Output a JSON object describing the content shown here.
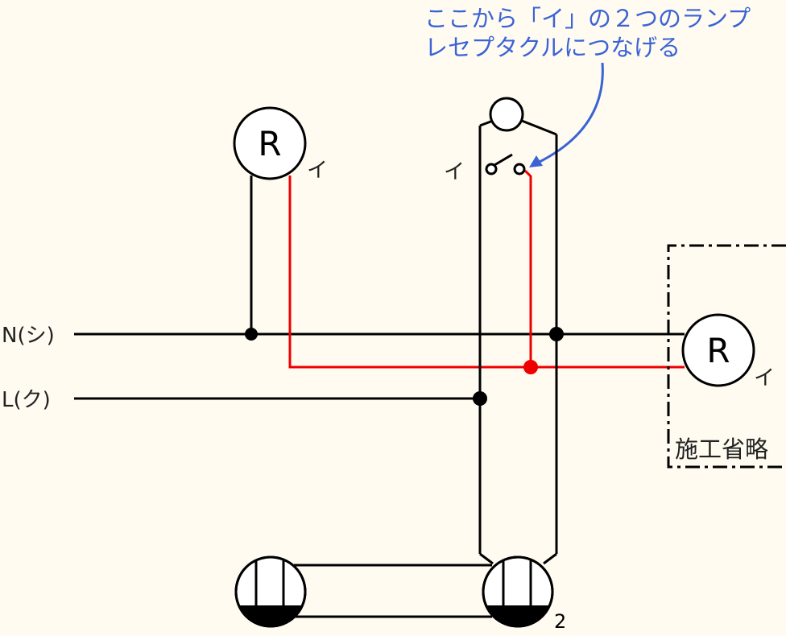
{
  "annotation": {
    "line1": "ここから「イ」の２つのランプ",
    "line2": "レセプタクルにつなげる"
  },
  "lamps": {
    "symbol": "R",
    "switch_label": "イ"
  },
  "wires": {
    "neutral_label": "N(シ)",
    "line_label": "L(ク)"
  },
  "omitted_label": "施工省略",
  "outlet_count": "2",
  "colors": {
    "background": "#fffbf0",
    "wire": "#000000",
    "switch_wire": "#ee0000",
    "annotation": "#3a63d6"
  }
}
